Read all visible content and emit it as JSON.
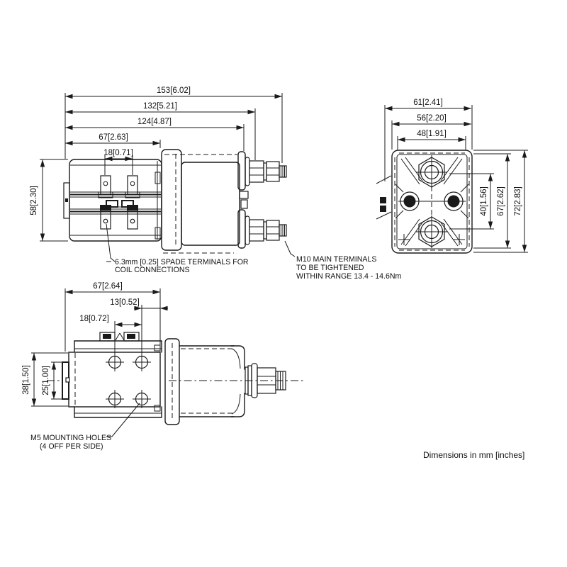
{
  "drawing": {
    "units_note": "Dimensions in mm [inches]",
    "side_view": {
      "dims": {
        "overall_length": "153[6.02]",
        "length_to_nut": "132[5.21]",
        "length_to_face": "124[4.87]",
        "frame_length": "67[2.63]",
        "spade_spacing": "18[0.71]",
        "frame_height": "58[2.30]"
      },
      "callout_spade": [
        "6.3mm [0.25] SPADE TERMINALS FOR",
        "COIL CONNECTIONS"
      ],
      "callout_m10": [
        "M10 MAIN TERMINALS",
        "TO BE TIGHTENED",
        "WITHIN RANGE 13.4 - 14.6Nm"
      ]
    },
    "end_view": {
      "dims": {
        "width_overall": "61[2.41]",
        "width_body": "56[2.20]",
        "width_inner": "48[1.91]",
        "terminal_spacing": "40[1.56]",
        "height_inner": "67[2.62]",
        "height_overall": "72[2.83]"
      }
    },
    "top_view": {
      "dims": {
        "plate_length": "67[2.64]",
        "hole_to_edge": "13[0.52]",
        "hole_spacing_x": "18[0.72]",
        "plate_width": "38[1.50]",
        "hole_spacing_y": "25[1.00]"
      },
      "callout_m5": [
        "M5 MOUNTING HOLES",
        "(4 OFF PER SIDE)"
      ]
    }
  }
}
